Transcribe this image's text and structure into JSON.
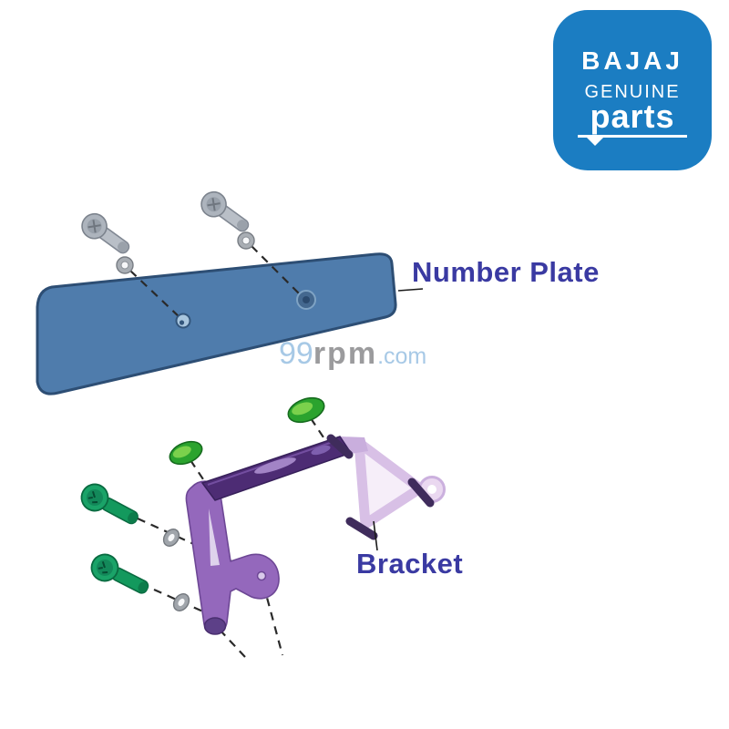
{
  "logo": {
    "brand": "BAJAJ",
    "genuine": "GENUINE",
    "parts": "parts"
  },
  "labels": {
    "number_plate": "Number Plate",
    "bracket": "Bracket"
  },
  "watermark": {
    "prefix": "99",
    "mid": "rpm",
    "suffix": ".com"
  },
  "colors": {
    "logo_blue": "#1b7dc2",
    "label_ink": "#3a3aa2",
    "plate_blue": "#4f7cac",
    "plate_border": "#2d4e74",
    "bracket_dark_purple": "#4d2c74",
    "bracket_mid_purple": "#9468bc",
    "bracket_light_pink": "#d8c0e6",
    "mount_bar_purple": "#3f2c5c",
    "damper_green": "#2ba32e",
    "bolt_green": "#1aa368",
    "hardware_gray": "#adb4bd",
    "watermark_blue": "#a7c9e6",
    "watermark_gray": "#9b9b9d"
  }
}
